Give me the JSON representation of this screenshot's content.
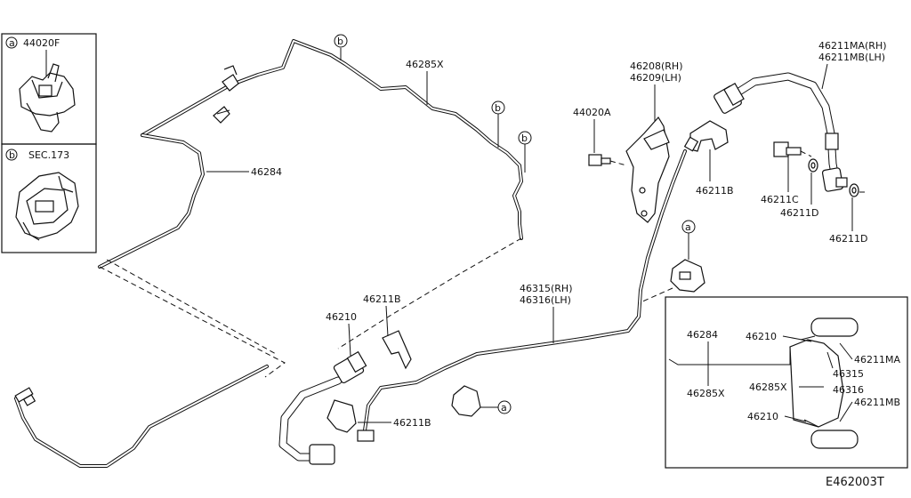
{
  "inset_panels": {
    "top": {
      "callout": "a",
      "part_no": "44020F"
    },
    "bottom": {
      "callout": "b",
      "part_no": "SEC.173"
    }
  },
  "labels": {
    "l_46285x": "46285X",
    "l_46284": "46284",
    "l_46208": "46208(RH)",
    "l_46209": "46209(LH)",
    "l_44020a": "44020A",
    "l_46211ma": "46211MA(RH)",
    "l_46211mb": "46211MB(LH)",
    "l_46211b_right": "46211B",
    "l_46211c": "46211C",
    "l_46211d_1": "46211D",
    "l_46211d_2": "46211D",
    "l_46315": "46315(RH)",
    "l_46316": "46316(LH)",
    "l_46211b_mid": "46211B",
    "l_46210": "46210",
    "l_46211b_low": "46211B"
  },
  "callouts": {
    "b1": "b",
    "b2": "b",
    "b3": "b",
    "a1": "a",
    "a2": "a"
  },
  "overview": {
    "l_46284": "46284",
    "l_46285x": "46285X",
    "l_46210_top": "46210",
    "l_46211ma": "46211MA",
    "l_46315": "46315",
    "l_46285x_mid": "46285X",
    "l_46316": "46316",
    "l_46210_bot": "46210",
    "l_46211mb": "46211MB"
  },
  "diagram_code": "E462003T"
}
